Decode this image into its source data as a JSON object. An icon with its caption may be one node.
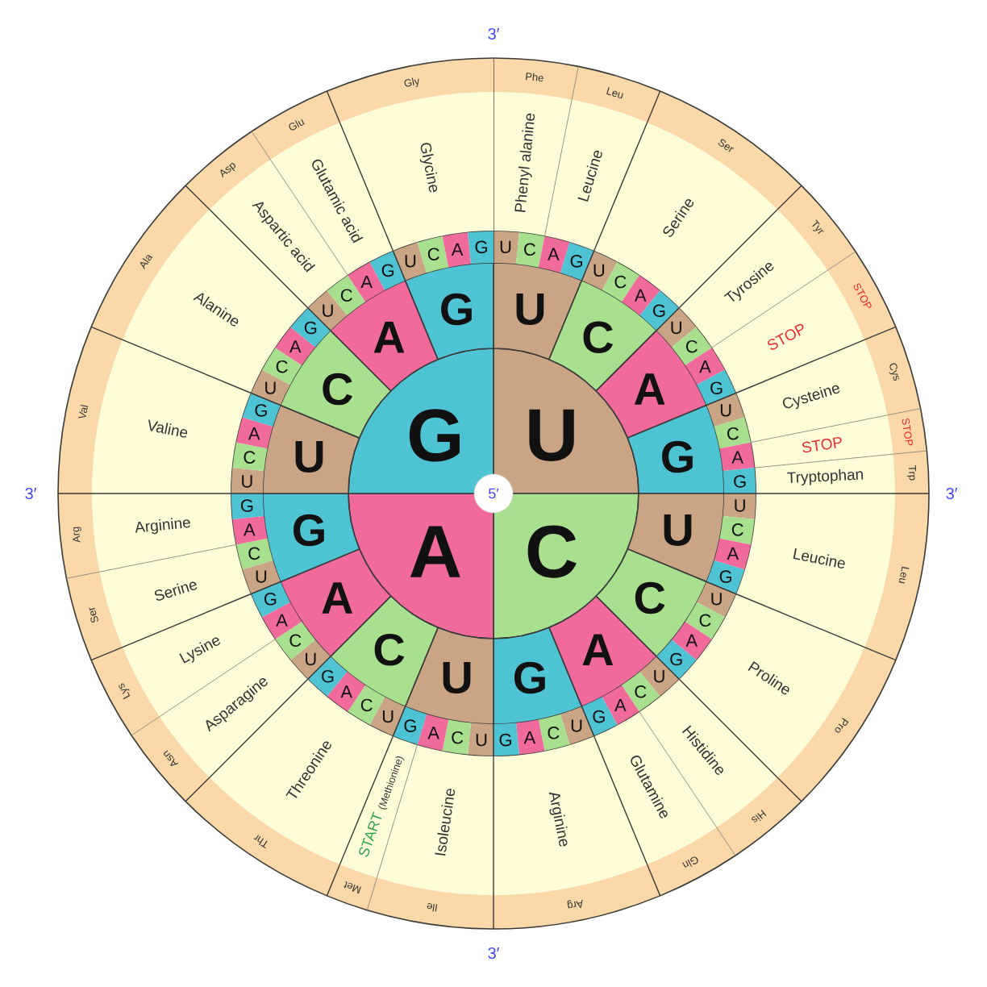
{
  "diagram": {
    "nodes": [
      {
        "text": [
          "5′"
        ]
      },
      {
        "text": [
          "U"
        ]
      },
      {
        "text": [
          "C"
        ]
      },
      {
        "text": [
          "A"
        ]
      },
      {
        "text": [
          "G"
        ]
      },
      {
        "text": [
          "U"
        ]
      },
      {
        "text": [
          "C"
        ]
      },
      {
        "text": [
          "A"
        ]
      },
      {
        "text": [
          "G"
        ]
      },
      {
        "text": [
          "U"
        ]
      },
      {
        "text": [
          "C"
        ]
      },
      {
        "text": [
          "A"
        ]
      },
      {
        "text": [
          "G"
        ]
      },
      {
        "text": [
          "U"
        ]
      },
      {
        "text": [
          "C"
        ]
      },
      {
        "text": [
          "A"
        ]
      },
      {
        "text": [
          "G"
        ]
      },
      {
        "text": [
          "U"
        ]
      },
      {
        "text": [
          "C"
        ]
      },
      {
        "text": [
          "A"
        ]
      },
      {
        "text": [
          "G"
        ]
      },
      {
        "text": [
          "U"
        ]
      },
      {
        "text": [
          "C"
        ]
      },
      {
        "text": [
          "A"
        ]
      },
      {
        "text": [
          "G"
        ]
      },
      {
        "text": [
          "U"
        ]
      },
      {
        "text": [
          "C"
        ]
      },
      {
        "text": [
          "A"
        ]
      },
      {
        "text": [
          "G"
        ]
      },
      {
        "text": [
          "U"
        ]
      },
      {
        "text": [
          "C"
        ]
      },
      {
        "text": [
          "A"
        ]
      },
      {
        "text": [
          "G"
        ]
      },
      {
        "text": [
          "U"
        ]
      },
      {
        "text": [
          "C"
        ]
      },
      {
        "text": [
          "A"
        ]
      },
      {
        "text": [
          "G"
        ]
      },
      {
        "text": [
          "U"
        ]
      },
      {
        "text": [
          "C"
        ]
      },
      {
        "text": [
          "A"
        ]
      },
      {
        "text": [
          "G"
        ]
      },
      {
        "text": [
          "U"
        ]
      },
      {
        "text": [
          "C"
        ]
      },
      {
        "text": [
          "A"
        ]
      },
      {
        "text": [
          "G"
        ]
      },
      {
        "text": [
          "U"
        ]
      },
      {
        "text": [
          "C"
        ]
      },
      {
        "text": [
          "A"
        ]
      },
      {
        "text": [
          "G"
        ]
      },
      {
        "text": [
          "U"
        ]
      },
      {
        "text": [
          "C"
        ]
      },
      {
        "text": [
          "A"
        ]
      },
      {
        "text": [
          "G"
        ]
      },
      {
        "text": [
          "U"
        ]
      },
      {
        "text": [
          "C"
        ]
      },
      {
        "text": [
          "A"
        ]
      },
      {
        "text": [
          "G"
        ]
      },
      {
        "text": [
          "U"
        ]
      },
      {
        "text": [
          "C"
        ]
      },
      {
        "text": [
          "A"
        ]
      },
      {
        "text": [
          "G"
        ]
      },
      {
        "text": [
          "U"
        ]
      },
      {
        "text": [
          "C"
        ]
      },
      {
        "text": [
          "A"
        ]
      },
      {
        "text": [
          "G"
        ]
      },
      {
        "text": [
          "U"
        ]
      },
      {
        "text": [
          "C"
        ]
      },
      {
        "text": [
          "A"
        ]
      },
      {
        "text": [
          "G"
        ]
      },
      {
        "text": [
          "U"
        ]
      },
      {
        "text": [
          "C"
        ]
      },
      {
        "text": [
          "A"
        ]
      },
      {
        "text": [
          "G"
        ]
      },
      {
        "text": [
          "U"
        ]
      },
      {
        "text": [
          "C"
        ]
      },
      {
        "text": [
          "A"
        ]
      },
      {
        "text": [
          "G"
        ]
      },
      {
        "text": [
          "U"
        ]
      },
      {
        "text": [
          "C"
        ]
      },
      {
        "text": [
          "A"
        ]
      },
      {
        "text": [
          "G"
        ]
      },
      {
        "text": [
          "U"
        ]
      },
      {
        "text": [
          "C"
        ]
      },
      {
        "text": [
          "A"
        ]
      },
      {
        "text": [
          "G"
        ]
      },
      {
        "text": [
          "Phenyl alanine"
        ]
      },
      {
        "text": [
          "Leucine"
        ]
      },
      {
        "text": [
          "Serine"
        ]
      },
      {
        "text": [
          "Tyrosine"
        ]
      },
      {
        "text": [
          "STOP"
        ]
      },
      {
        "text": [
          "Cysteine"
        ]
      },
      {
        "text": [
          "STOP"
        ]
      },
      {
        "text": [
          "Tryptophan"
        ]
      },
      {
        "text": [
          "Leucine"
        ]
      },
      {
        "text": [
          "Proline"
        ]
      },
      {
        "text": [
          "Histidine"
        ]
      },
      {
        "text": [
          "Glutamine"
        ]
      },
      {
        "text": [
          "Arginine"
        ]
      },
      {
        "text": [
          "Isoleucine"
        ]
      },
      {
        "text": [
          "START",
          "(Methionine)"
        ]
      },
      {
        "text": [
          "Threonine"
        ]
      },
      {
        "text": [
          "Asparagine"
        ]
      },
      {
        "text": [
          "Lysine"
        ]
      },
      {
        "text": [
          "Serine"
        ]
      },
      {
        "text": [
          "Arginine"
        ]
      },
      {
        "text": [
          "Valine"
        ]
      },
      {
        "text": [
          "Alanine"
        ]
      },
      {
        "text": [
          "Aspartic acid"
        ]
      },
      {
        "text": [
          "Glutamic acid"
        ]
      },
      {
        "text": [
          "Glycine"
        ]
      },
      {
        "text": [
          "Phe"
        ]
      },
      {
        "text": [
          "Leu"
        ]
      },
      {
        "text": [
          "Ser"
        ]
      },
      {
        "text": [
          "Tyr"
        ]
      },
      {
        "text": [
          "STOP"
        ]
      },
      {
        "text": [
          "Cys"
        ]
      },
      {
        "text": [
          "STOP"
        ]
      },
      {
        "text": [
          "Trp"
        ]
      },
      {
        "text": [
          "Leu"
        ]
      },
      {
        "text": [
          "Pro"
        ]
      },
      {
        "text": [
          "His"
        ]
      },
      {
        "text": [
          "Gln"
        ]
      },
      {
        "text": [
          "Arg"
        ]
      },
      {
        "text": [
          "Ile"
        ]
      },
      {
        "text": [
          "Met"
        ]
      },
      {
        "text": [
          "Thr"
        ]
      },
      {
        "text": [
          "Asn"
        ]
      },
      {
        "text": [
          "Lys"
        ]
      },
      {
        "text": [
          "Ser"
        ]
      },
      {
        "text": [
          "Arg"
        ]
      },
      {
        "text": [
          "Val"
        ]
      },
      {
        "text": [
          "Ala"
        ]
      },
      {
        "text": [
          "Asp"
        ]
      },
      {
        "text": [
          "Glu"
        ]
      },
      {
        "text": [
          "Gly"
        ]
      }
    ],
    "labels": [
      "3′",
      "3′",
      "3′",
      "3′"
    ]
  }
}
